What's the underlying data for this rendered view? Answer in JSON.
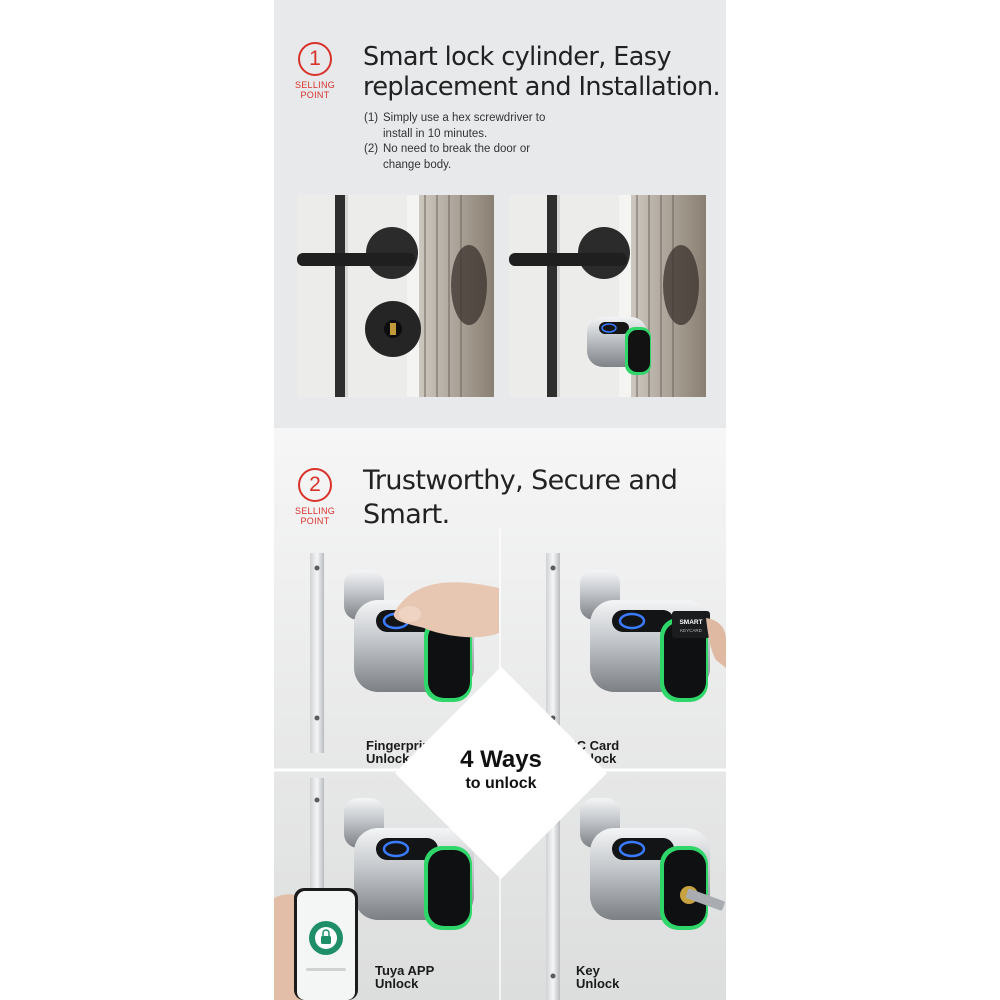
{
  "section1": {
    "badge_number": "1",
    "badge_label_1": "SELLING",
    "badge_label_2": "POINT",
    "heading_line_1": "Smart lock cylinder, Easy",
    "heading_line_2": "replacement and Installation.",
    "points": [
      {
        "num": "(1)",
        "line1": "Simply use a hex screwdriver to",
        "line2": "install in 10 minutes."
      },
      {
        "num": "(2)",
        "line1": "No need to break the door or",
        "line2": "change body."
      }
    ]
  },
  "section2": {
    "badge_number": "2",
    "badge_label_1": "SELLING",
    "badge_label_2": "POINT",
    "heading_line_1": "Trustworthy, Secure and",
    "heading_line_2": "Smart.",
    "center_big": "4 Ways",
    "center_small": "to unlock",
    "methods": [
      {
        "line1": "Fingerprint",
        "line2": "Unlock"
      },
      {
        "line1": "IC Card",
        "line2": "Unlock"
      },
      {
        "line1": "Tuya APP",
        "line2": "Unlock"
      },
      {
        "line1": "Key",
        "line2": "Unlock"
      }
    ],
    "card_text_1": "SMART",
    "card_text_2": "KEYCARD"
  },
  "colors": {
    "accent_red": "#d8322b",
    "ring_green": "#2fd66a",
    "sensor_blue": "#3a7bff",
    "app_green": "#1f8f6a"
  }
}
